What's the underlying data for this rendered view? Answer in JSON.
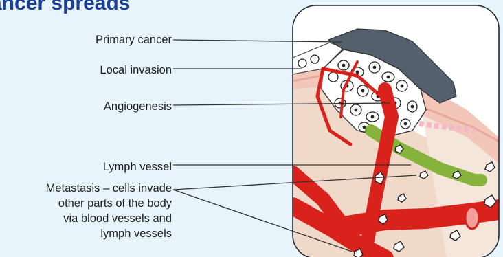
{
  "title": "ancer spreads",
  "labels": {
    "primary_cancer": "Primary cancer",
    "local_invasion": "Local invasion",
    "angiogenesis": "Angiogenesis",
    "lymph_vessel": "Lymph vessel",
    "metastasis_line1": "Metastasis – cells invade",
    "metastasis_line2": "other parts of the body",
    "metastasis_line3": "via blood vessels and",
    "metastasis_line4": "lymph vessels"
  },
  "colors": {
    "title": "#1b3f95",
    "background": "#e8f4fb",
    "blood_vessel": "#d9221c",
    "lymph_vessel": "#86b33c",
    "tumor_dark": "#55606d",
    "skin": "#f2c7b9",
    "tissue": "#f0d9c8"
  }
}
